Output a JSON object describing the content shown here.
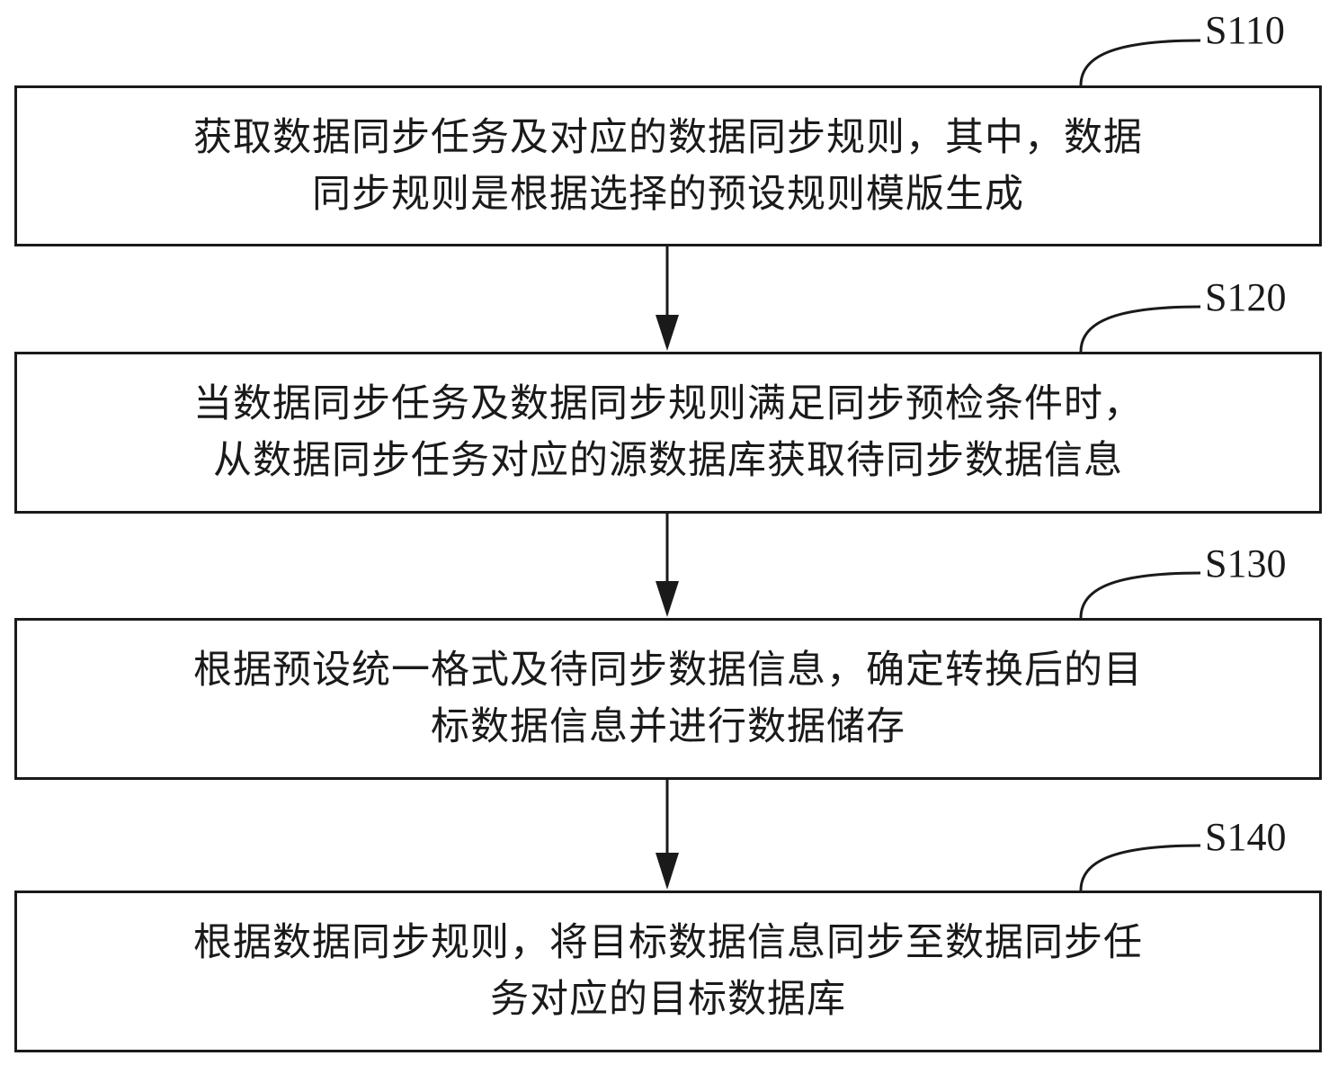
{
  "steps": [
    {
      "label": "S110",
      "lines": [
        "获取数据同步任务及对应的数据同步规则，其中，数据",
        "同步规则是根据选择的预设规则模版生成"
      ]
    },
    {
      "label": "S120",
      "lines": [
        "当数据同步任务及数据同步规则满足同步预检条件时，",
        "从数据同步任务对应的源数据库获取待同步数据信息"
      ]
    },
    {
      "label": "S130",
      "lines": [
        "根据预设统一格式及待同步数据信息，确定转换后的目",
        "标数据信息并进行数据储存"
      ]
    },
    {
      "label": "S140",
      "lines": [
        "根据数据同步规则，将目标数据信息同步至数据同步任",
        "务对应的目标数据库"
      ]
    }
  ],
  "colors": {
    "stroke": "#1a1a1a",
    "background": "#ffffff"
  }
}
